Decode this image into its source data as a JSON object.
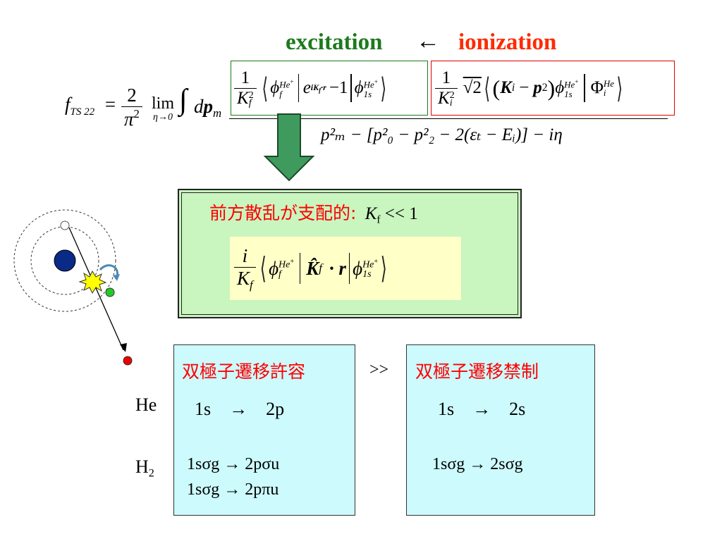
{
  "header": {
    "excitation": "excitation",
    "arrow": "←",
    "ionization": "ionization"
  },
  "formula": {
    "lhs_f": "f",
    "lhs_sub": "TS 22",
    "equals": "=",
    "two": "2",
    "pi": "π",
    "pi_sup": "2",
    "lim": "lim",
    "lim_sub": "η→0",
    "integral": "∫",
    "d": "d",
    "p": "p",
    "p_sub": "m",
    "exc_num": "1",
    "exc_K": "K",
    "exc_K_sup": "2",
    "exc_K_sub": "f",
    "exc_phi_sup": "He",
    "exc_phi_sub": "f",
    "exc_exp": "e",
    "exc_exp_sup": "iK",
    "exc_minus1": "−1",
    "exc_phi2_sub": "1s",
    "ion_num": "1",
    "ion_K": "K",
    "ion_K_sup": "2",
    "ion_K_sub": "i",
    "ion_sqrt": "√2",
    "ion_Ki": "K",
    "ion_Ki_sub": "i",
    "ion_minus": "−",
    "ion_p2": "p",
    "ion_p2_sub": "2",
    "ion_phi_sup": "He",
    "ion_phi_sub": "1s",
    "ion_Phi": "Φ",
    "ion_Phi_sup": "He",
    "ion_Phi_sub": "i",
    "denominator": "p²ₘ − [p²₀ − p²₂ − 2(εₜ − Eᵢ)] − iη"
  },
  "forward": {
    "label": "前方散乱が支配的:",
    "condition_K": "K",
    "condition_sub": "f",
    "condition_rest": " << 1",
    "expr_num": "i",
    "expr_K": "K",
    "expr_K_sub": "f",
    "expr_phi_sup": "He",
    "expr_phi_sub": "f",
    "expr_Khat": "K̂",
    "expr_Khat_sub": "f",
    "expr_dot_r": "· r",
    "expr_phi2_sub": "1s"
  },
  "table": {
    "allowed_title": "双極子遷移許容",
    "forbidden_title": "双極子遷移禁制",
    "compare": ">>",
    "he_label": "He",
    "h2_label": "H",
    "h2_sub": "2",
    "he_allowed": "1s　→　2p",
    "he_forbidden": "1s　→　2s",
    "h2_allowed_1": "1sσg → 2pσu",
    "h2_allowed_2": "1sσg → 2pπu",
    "h2_forbidden": "1sσg → 2sσg"
  },
  "colors": {
    "excitation": "#1d7a1d",
    "ionization": "#ff2a00",
    "arrow_fill": "#3f9a5e",
    "green_box": "#c9f5bf",
    "yellow_box": "#ffffc8",
    "cyan_box": "#ccfafd",
    "nucleus": "#0a2a88",
    "electron_green": "#22cc22",
    "electron_red": "#ee0000"
  }
}
